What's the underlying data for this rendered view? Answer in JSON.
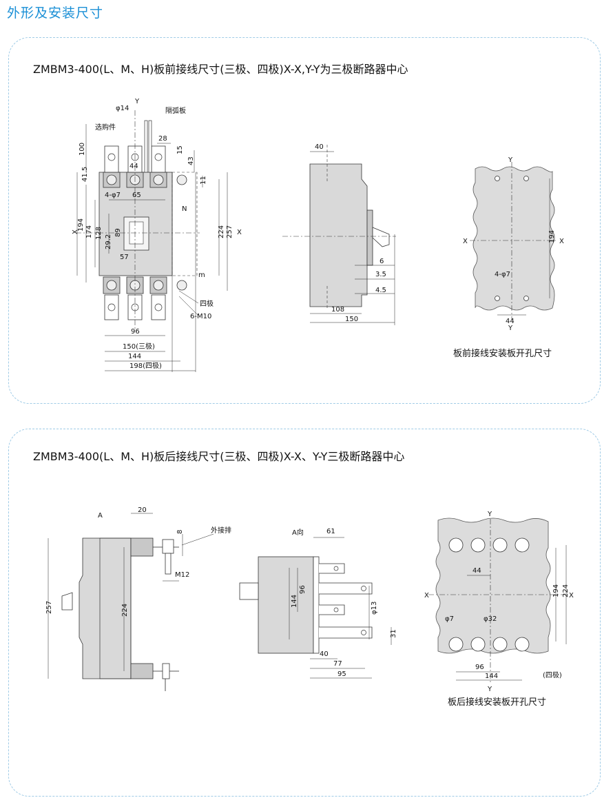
{
  "page": {
    "title": "外形及安装尺寸"
  },
  "section_front": {
    "heading": "ZMBM3-400(L、M、H)板前接线尺寸(三极、四极)X-X,Y-Y为三极断路器中心",
    "front_view": {
      "phi14": "φ14",
      "y": "Y",
      "barrier": "隔弧板",
      "optional": "选购件",
      "d100": "100",
      "d28": "28",
      "d15": "15",
      "d44": "44",
      "d43": "43",
      "d41_5": "41.5",
      "d11": "11",
      "d4phi7": "4-φ7",
      "d65": "65",
      "n": "N",
      "x_left": "X",
      "x_right": "X",
      "d194": "194",
      "d174": "174",
      "d128": "128",
      "d89": "89",
      "d29_2": "29.2",
      "d57": "57",
      "d224": "224",
      "d257": "257",
      "m": "m",
      "four_pole": "四极",
      "m10": "6-M10",
      "d96": "96",
      "d150": "150(三极)",
      "d144": "144",
      "d198": "198(四极)"
    },
    "side_view": {
      "d40": "40",
      "d6": "6",
      "d3_5": "3.5",
      "d4_5": "4.5",
      "d108": "108",
      "d150": "150"
    },
    "cutout": {
      "y_top": "Y",
      "y_bottom": "Y",
      "x_left": "X",
      "x_right": "X",
      "d194": "194",
      "hole": "4-φ7",
      "d44": "44",
      "caption": "板前接线安装板开孔尺寸"
    }
  },
  "section_rear": {
    "heading": "ZMBM3-400(L、M、H)板后接线尺寸(三极、四极)X-X、Y-Y三极断路器中心",
    "side_view": {
      "a_arrow": "A",
      "d20": "20",
      "d8": "8",
      "ext_bar": "外接排",
      "m12": "M12",
      "d257": "257",
      "d224": "224"
    },
    "a_view": {
      "a_dir": "A向",
      "d61": "61",
      "d96": "96",
      "d144": "144",
      "phi13": "φ13",
      "d31": "31",
      "d40": "40",
      "d77": "77",
      "d95": "95"
    },
    "cutout": {
      "y_top": "Y",
      "y_bottom": "Y",
      "x_left": "X",
      "x_right": "X",
      "d44": "44",
      "d194": "194",
      "d224": "224",
      "phi7": "φ7",
      "phi32": "φ32",
      "d96": "96",
      "d144": "144",
      "four_pole": "(四极)",
      "caption": "板后接线安装板开孔尺寸"
    }
  }
}
